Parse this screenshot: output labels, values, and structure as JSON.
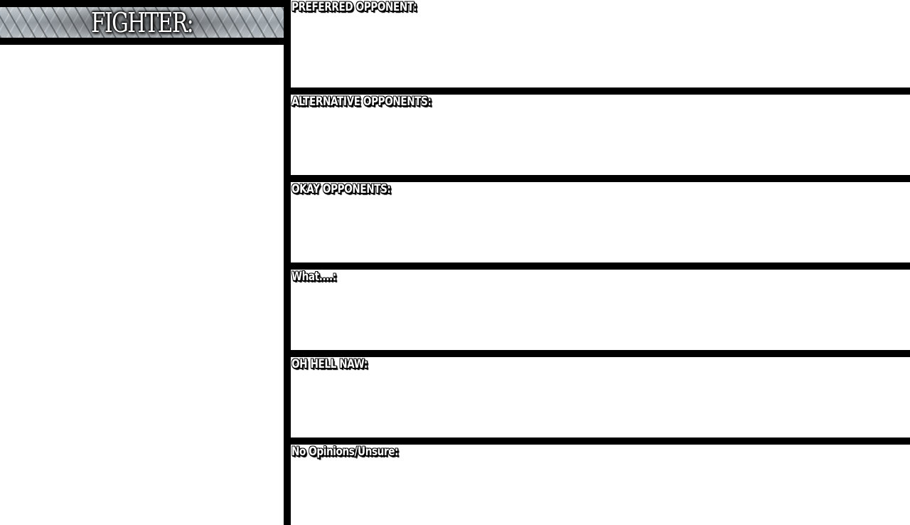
{
  "fighter_panel": {
    "title": "FIGHTER:"
  },
  "sections": [
    {
      "label": "PREFERRED OPPONENT:"
    },
    {
      "label": "ALTERNATIVE OPPONENTS:"
    },
    {
      "label": "OKAY OPPONENTS:"
    },
    {
      "label": "What....:"
    },
    {
      "label": "OH HELL NAW:"
    },
    {
      "label": "No Opinions/Unsure:"
    }
  ],
  "colors": {
    "background": "#ffffff",
    "border": "#000000",
    "label_text": "#ffffff"
  }
}
